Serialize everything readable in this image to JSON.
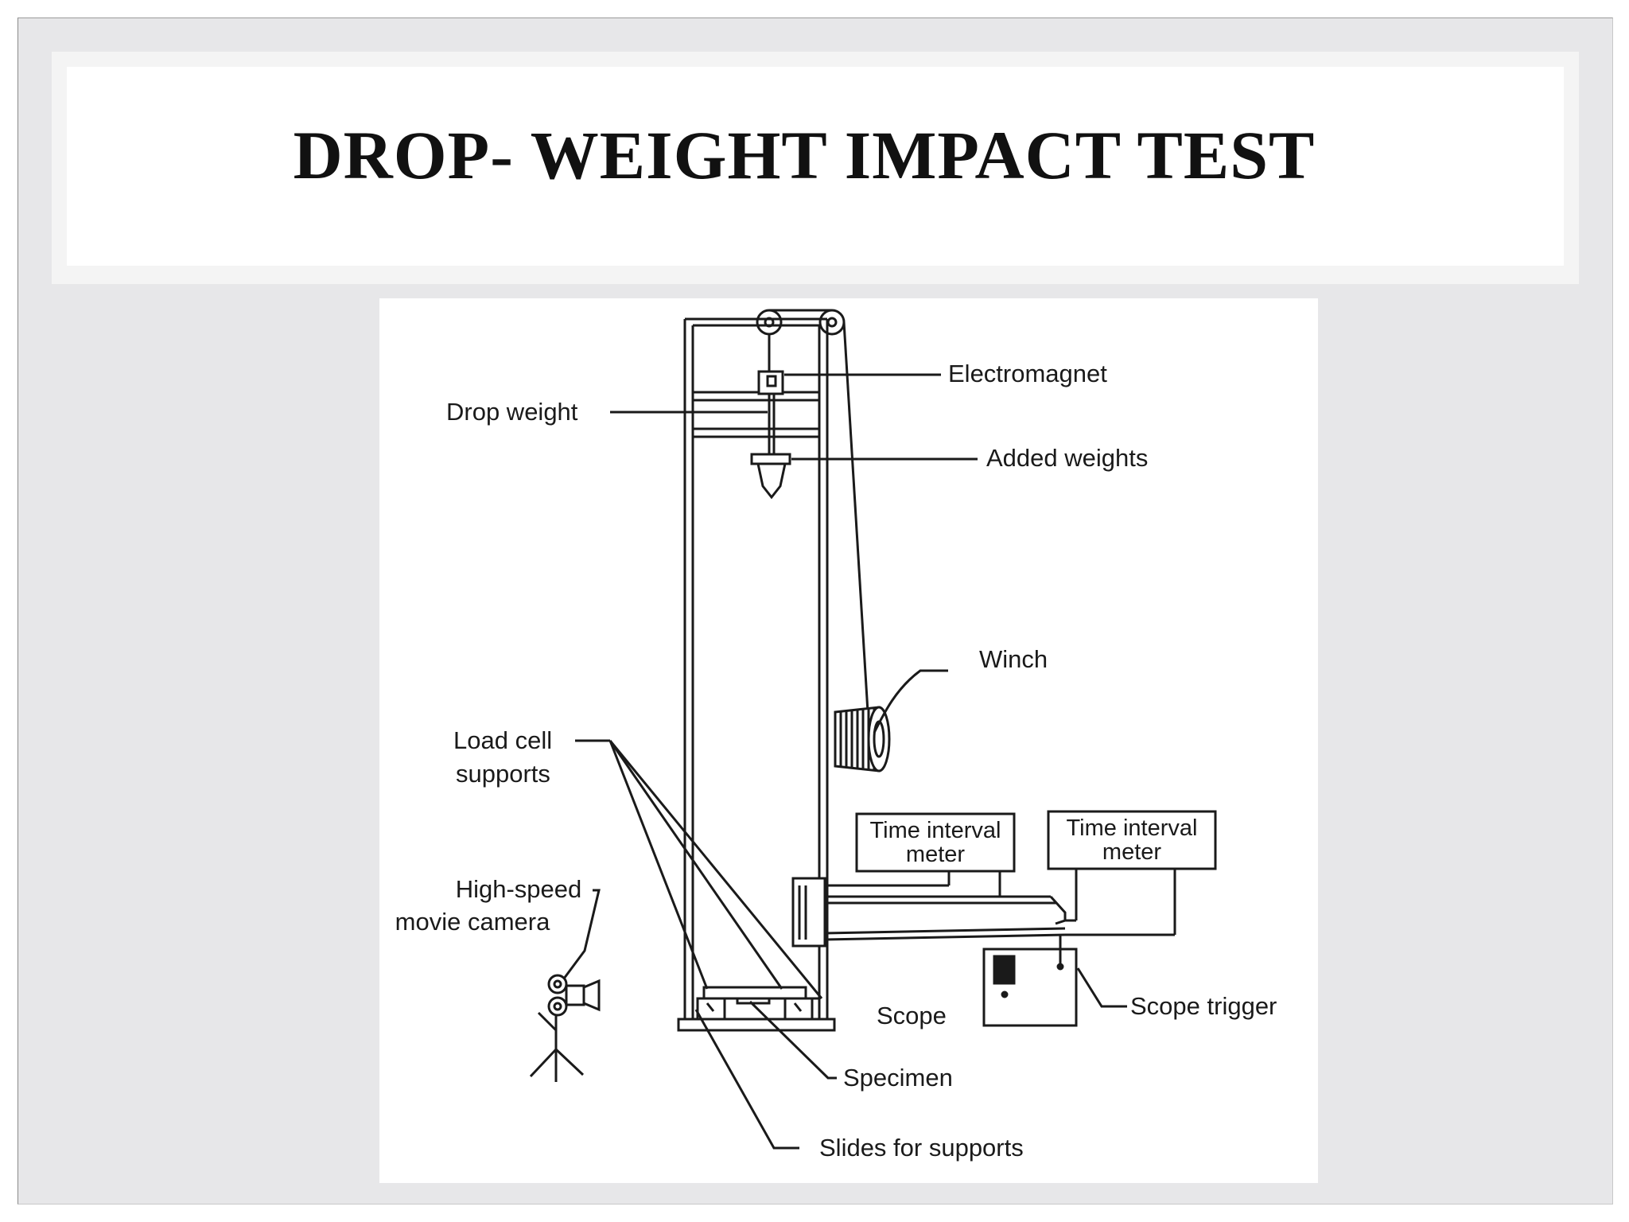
{
  "slide": {
    "title": "DROP- WEIGHT IMPACT TEST"
  },
  "diagram": {
    "labels": {
      "electromagnet": "Electromagnet",
      "drop_weight": "Drop weight",
      "added_weights": "Added weights",
      "winch": "Winch",
      "load_cell_line1": "Load cell",
      "load_cell_line2": "supports",
      "time_meter_1_line1": "Time interval",
      "time_meter_1_line2": "meter",
      "time_meter_2_line1": "Time interval",
      "time_meter_2_line2": "meter",
      "camera_line1": "High-speed",
      "camera_line2": "movie camera",
      "scope": "Scope",
      "scope_trigger": "Scope trigger",
      "specimen": "Specimen",
      "slides": "Slides for supports"
    }
  }
}
